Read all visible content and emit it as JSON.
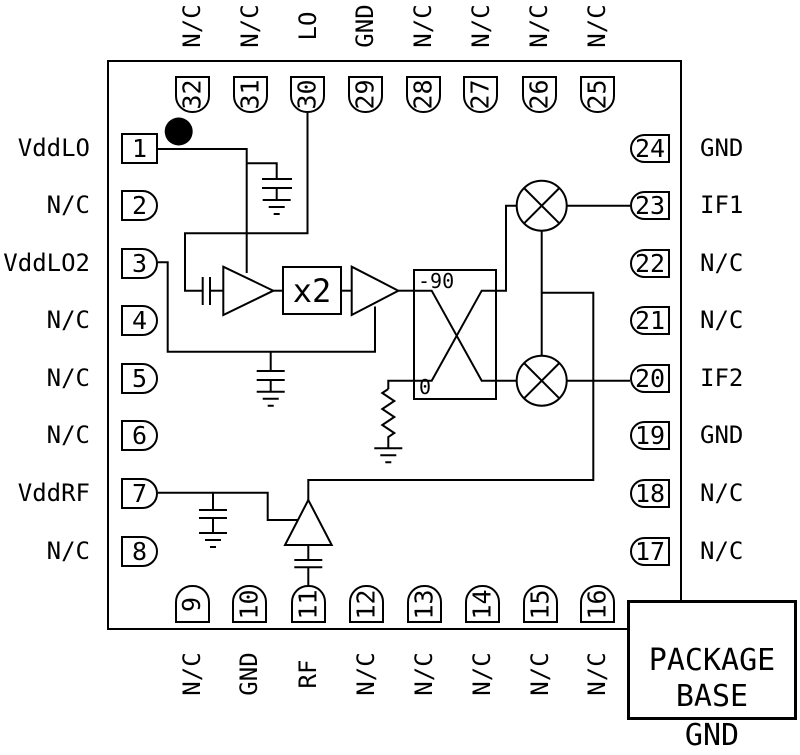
{
  "pins": {
    "top": [
      {
        "number": "32",
        "label": "N/C"
      },
      {
        "number": "31",
        "label": "N/C"
      },
      {
        "number": "30",
        "label": "LO"
      },
      {
        "number": "29",
        "label": "GND"
      },
      {
        "number": "28",
        "label": "N/C"
      },
      {
        "number": "27",
        "label": "N/C"
      },
      {
        "number": "26",
        "label": "N/C"
      },
      {
        "number": "25",
        "label": "N/C"
      }
    ],
    "left": [
      {
        "number": "1",
        "label": "VddLO"
      },
      {
        "number": "2",
        "label": "N/C"
      },
      {
        "number": "3",
        "label": "VddLO2"
      },
      {
        "number": "4",
        "label": "N/C"
      },
      {
        "number": "5",
        "label": "N/C"
      },
      {
        "number": "6",
        "label": "N/C"
      },
      {
        "number": "7",
        "label": "VddRF"
      },
      {
        "number": "8",
        "label": "N/C"
      }
    ],
    "right": [
      {
        "number": "24",
        "label": "GND"
      },
      {
        "number": "23",
        "label": "IF1"
      },
      {
        "number": "22",
        "label": "N/C"
      },
      {
        "number": "21",
        "label": "N/C"
      },
      {
        "number": "20",
        "label": "IF2"
      },
      {
        "number": "19",
        "label": "GND"
      },
      {
        "number": "18",
        "label": "N/C"
      },
      {
        "number": "17",
        "label": "N/C"
      }
    ],
    "bottom": [
      {
        "number": "9",
        "label": "N/C"
      },
      {
        "number": "10",
        "label": "GND"
      },
      {
        "number": "11",
        "label": "RF"
      },
      {
        "number": "12",
        "label": "N/C"
      },
      {
        "number": "13",
        "label": "N/C"
      },
      {
        "number": "14",
        "label": "N/C"
      },
      {
        "number": "15",
        "label": "N/C"
      },
      {
        "number": "16",
        "label": "N/C"
      }
    ]
  },
  "blocks": {
    "doubler_label": "x2",
    "hybrid_port_top": "-90",
    "hybrid_port_bottom": "0"
  },
  "package_base": {
    "line1": "PACKAGE",
    "line2": "BASE",
    "ground_label": "GND"
  },
  "colors": {
    "ink": "#000000",
    "background": "#ffffff"
  }
}
